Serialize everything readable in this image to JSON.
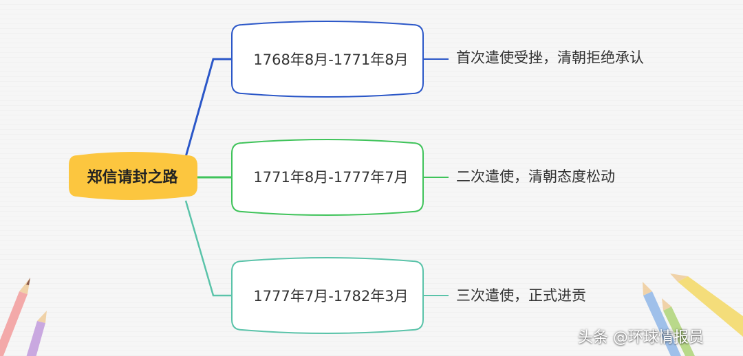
{
  "root": {
    "label": "郑信请封之路",
    "color": "#fcc63f"
  },
  "branches": [
    {
      "period": "1768年8月-1771年8月",
      "description": "首次遣使受挫，清朝拒绝承认",
      "color": "#2b57c8"
    },
    {
      "period": "1771年8月-1777年7月",
      "description": "二次遣使，清朝态度松动",
      "color": "#3fc35a"
    },
    {
      "period": "1777年7月-1782年3月",
      "description": "三次遣使，正式进贡",
      "color": "#5ac3a9"
    }
  ],
  "watermark": "头条 @环球情报员"
}
